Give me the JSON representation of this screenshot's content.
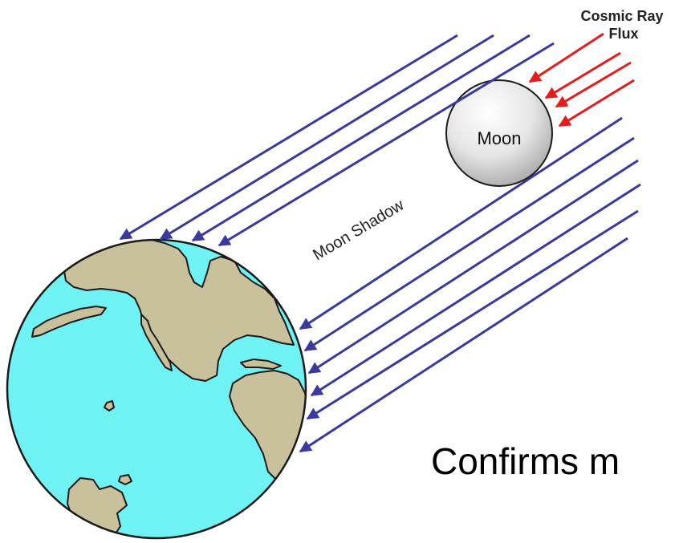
{
  "labels": {
    "cosmic_ray_line1": "Cosmic Ray",
    "cosmic_ray_line2": "Flux",
    "moon": "Moon",
    "moon_shadow": "Moon Shadow"
  },
  "caption": "Confirms m",
  "colors": {
    "flux_arrow": "#3a3a9e",
    "cosmic_ray_arrow": "#e61b1b",
    "ocean": "#6ff2f4",
    "land": "#c9c09c",
    "outline": "#1a1a1a",
    "moon_light": "#f8f8f8",
    "moon_dark": "#b5b5b5"
  }
}
